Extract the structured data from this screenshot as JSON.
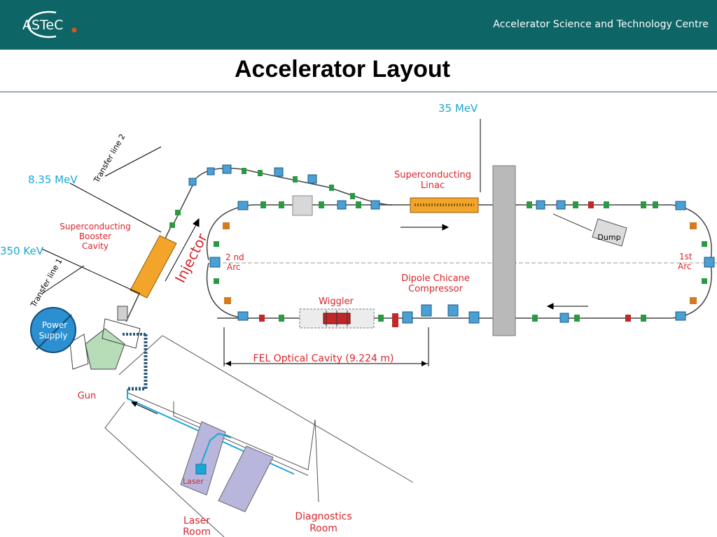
{
  "header": {
    "logo_text": "ASTeC",
    "org_name": "Accelerator Science and Technology Centre"
  },
  "page_title": "Accelerator Layout",
  "labels": {
    "energy_35": "35 MeV",
    "energy_8_35": "8.35 MeV",
    "energy_350": "350 KeV",
    "transfer_line_2": "Transfer line 2",
    "transfer_line_1": "Transfer line 1",
    "sc_linac_1": "Superconducting",
    "sc_linac_2": "Linac",
    "booster_1": "Superconducting",
    "booster_2": "Booster",
    "booster_3": "Cavity",
    "injector": "Injector",
    "arc2_1": "2 nd",
    "arc2_2": "Arc",
    "arc1_1": "1st",
    "arc1_2": "Arc",
    "dump": "Dump",
    "chicane_1": "Dipole Chicane",
    "chicane_2": "Compressor",
    "wiggler": "Wiggler",
    "power_1": "Power",
    "power_2": "Supply",
    "fel_cavity": "FEL Optical Cavity (9.224 m)",
    "gun": "Gun",
    "laser": "Laser",
    "laser_room_1": "Laser",
    "laser_room_2": "Room",
    "diag_room_1": "Diagnostics",
    "diag_room_2": "Room"
  },
  "colors": {
    "header_bg": "#0d6566",
    "energy_label": "#1aa7d4",
    "red_label": "#d6262c",
    "linac": "#f2a52a",
    "shield_wall": "#b9b9b9",
    "room_block": "#b8b6dc",
    "magnet_blue": "#4aa0d5",
    "magnet_green": "#2a9a42"
  }
}
